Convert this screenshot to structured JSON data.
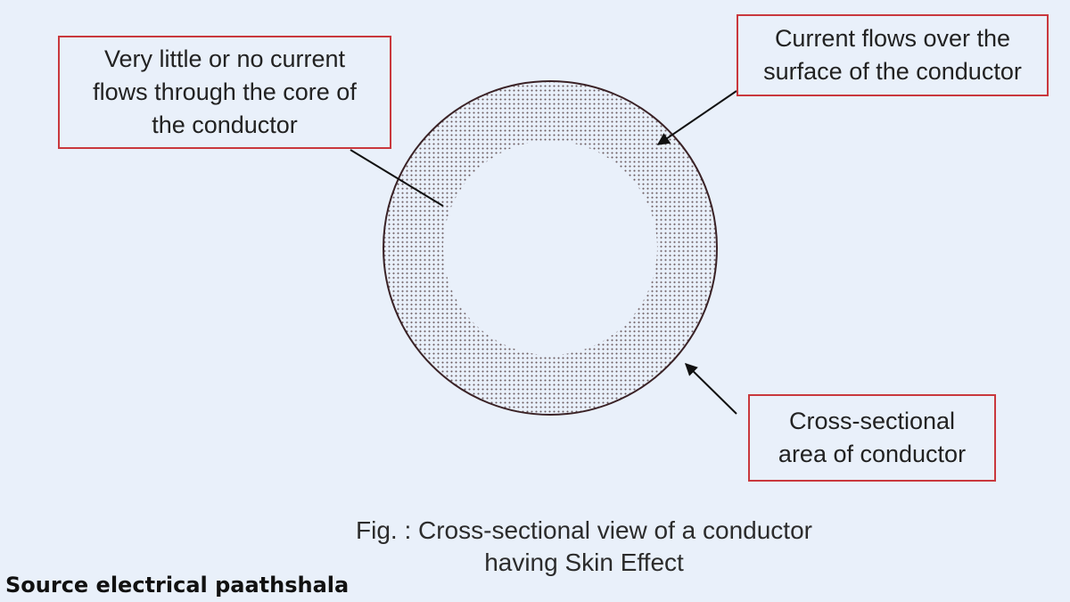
{
  "labels": {
    "core": [
      "Very little or no current",
      "flows through the core of",
      "the conductor"
    ],
    "surface": [
      "Current flows over the",
      "surface of the conductor"
    ],
    "area": [
      "Cross-sectional",
      "area of conductor"
    ]
  },
  "caption": [
    "Fig. : Cross-sectional view of a conductor",
    "having Skin Effect"
  ],
  "source": "Source electrical paathshala",
  "colors": {
    "background": "#e9f0fa",
    "box_border": "#c9383d",
    "ring_dots": "#6a5a5e",
    "ring_outline": "#3a2226"
  }
}
